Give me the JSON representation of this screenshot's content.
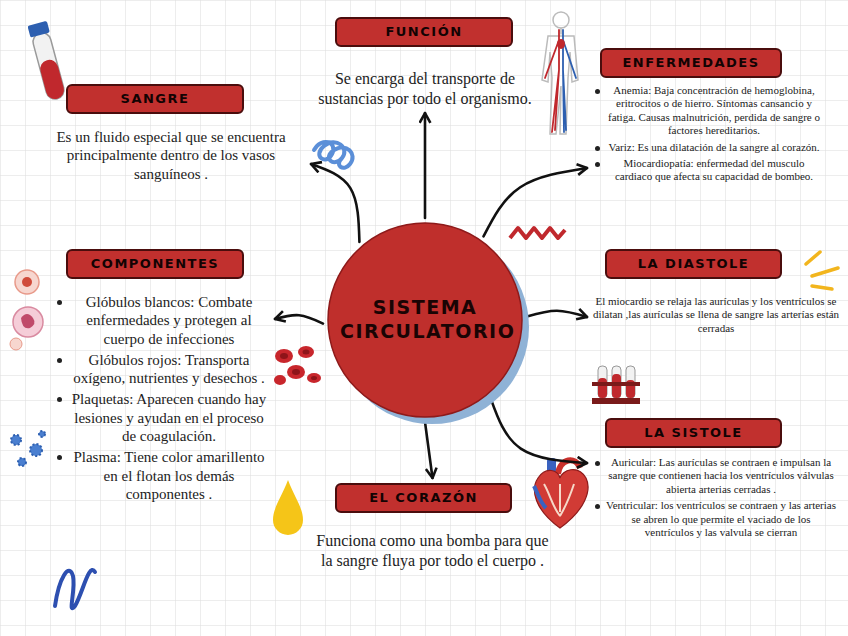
{
  "diagram": {
    "nodes": [
      {
        "text": [
          "SISTEMA CIRCULATORIO"
        ]
      },
      {
        "text": [
          "SANGRE",
          "Es un fluido especial que se encuentra principalmente dentro de los vasos sanguíneos ."
        ]
      },
      {
        "text": [
          "FUNCIÓN",
          "Se encarga del transporte de sustancias por todo el organismo."
        ]
      },
      {
        "text": [
          "ENFERMEDADES",
          "Anemia: Baja concentración de hemoglobina, eritrocitos o de hierro. Síntomas cansancio y fatiga. Causas malnutrición, perdida de sangre o factores hereditarios.",
          "Variz: Es una dilatación de la sangre al corazón.",
          "Miocardiopatía: enfermedad del musculo cardiaco que afecta su capacidad de bombeo."
        ]
      },
      {
        "text": [
          "COMPONENTES",
          "Glóbulos blancos: Combate enfermedades y protegen al cuerpo de infecciones",
          "Glóbulos rojos: Transporta oxígeno, nutrientes y desechos .",
          "Plaquetas: Aparecen cuando hay lesiones y ayudan en el proceso de coagulación.",
          "Plasma: Tiene color amarillento en el flotan los demás componentes ."
        ]
      },
      {
        "text": [
          "LA DIASTOLE",
          "El miocardio se relaja las aurículas y los ventrículos se dilatan ,las aurículas se llena de sangre las arterías están cerradas"
        ]
      },
      {
        "text": [
          "LA SISTOLE",
          "Auricular: Las aurículas se contraen e impulsan la sangre que contienen hacia los ventrículos válvulas abierta arterias cerradas .",
          "Ventricular: los ventrículos se contraen y las arterias se abren lo que permite el vaciado de los ventrículos y las valvula se cierran"
        ]
      },
      {
        "text": [
          "EL CORAZÓN",
          "Funciona como una bomba para que la sangre fluya por todo el cuerpo ."
        ]
      }
    ],
    "edges": [
      {
        "from": 0,
        "to": 1,
        "arrow": "to"
      },
      {
        "from": 0,
        "to": 2,
        "arrow": "to"
      },
      {
        "from": 0,
        "to": 3,
        "arrow": "to"
      },
      {
        "from": 0,
        "to": 4,
        "arrow": "to"
      },
      {
        "from": 0,
        "to": 5,
        "arrow": "to"
      },
      {
        "from": 0,
        "to": 6,
        "arrow": "to"
      },
      {
        "from": 0,
        "to": 7,
        "arrow": "to"
      }
    ]
  }
}
